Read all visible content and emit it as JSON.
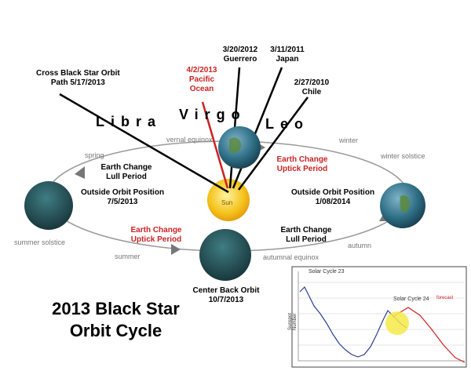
{
  "annotations": {
    "cross_orbit": [
      "Cross Black Star Orbit",
      "Path 5/17/2013"
    ],
    "pacific": [
      "4/2/2013",
      "Pacific",
      "Ocean"
    ],
    "guerrero": [
      "3/20/2012",
      "Guerrero"
    ],
    "japan": [
      "3/11/2011",
      "Japan"
    ],
    "chile": [
      "2/27/2010",
      "Chile"
    ]
  },
  "constellations": {
    "libra": "Libra",
    "virgo": "Virgo",
    "leo": "Leo"
  },
  "orbit_labels": {
    "vernal_equinox": "vernal equinox",
    "winter": "winter",
    "spring": "spring",
    "winter_solstice": "winter solstice",
    "summer_solstice": "summer solstice",
    "summer": "summer",
    "autumnal_equinox": "autumnal equinox",
    "autumn": "autumn",
    "sun": "Sun"
  },
  "periods": {
    "lull_top": [
      "Earth Change",
      "Lull Period"
    ],
    "uptick_top": [
      "Earth Change",
      "Uptick Period"
    ],
    "uptick_bottom": [
      "Earth Change",
      "Uptick Period"
    ],
    "lull_bottom": [
      "Earth Change",
      "Lull Period"
    ]
  },
  "positions": {
    "left": [
      "Outside Orbit Position",
      "7/5/2013"
    ],
    "right": [
      "Outside Orbit Position",
      "1/08/2014"
    ],
    "bottom": [
      "Center Back Orbit",
      "10/7/2013"
    ]
  },
  "title": [
    "2013 Black Star",
    "Orbit Cycle"
  ],
  "inset": {
    "cycle23": "Solar Cycle 23",
    "cycle24": "Solar Cycle 24",
    "forecast": "forecast",
    "ylabel": "Sunspot Number"
  },
  "colors": {
    "red": "#cc2222",
    "sun": "#f4c21a",
    "orbit": "#9a9a9a"
  }
}
